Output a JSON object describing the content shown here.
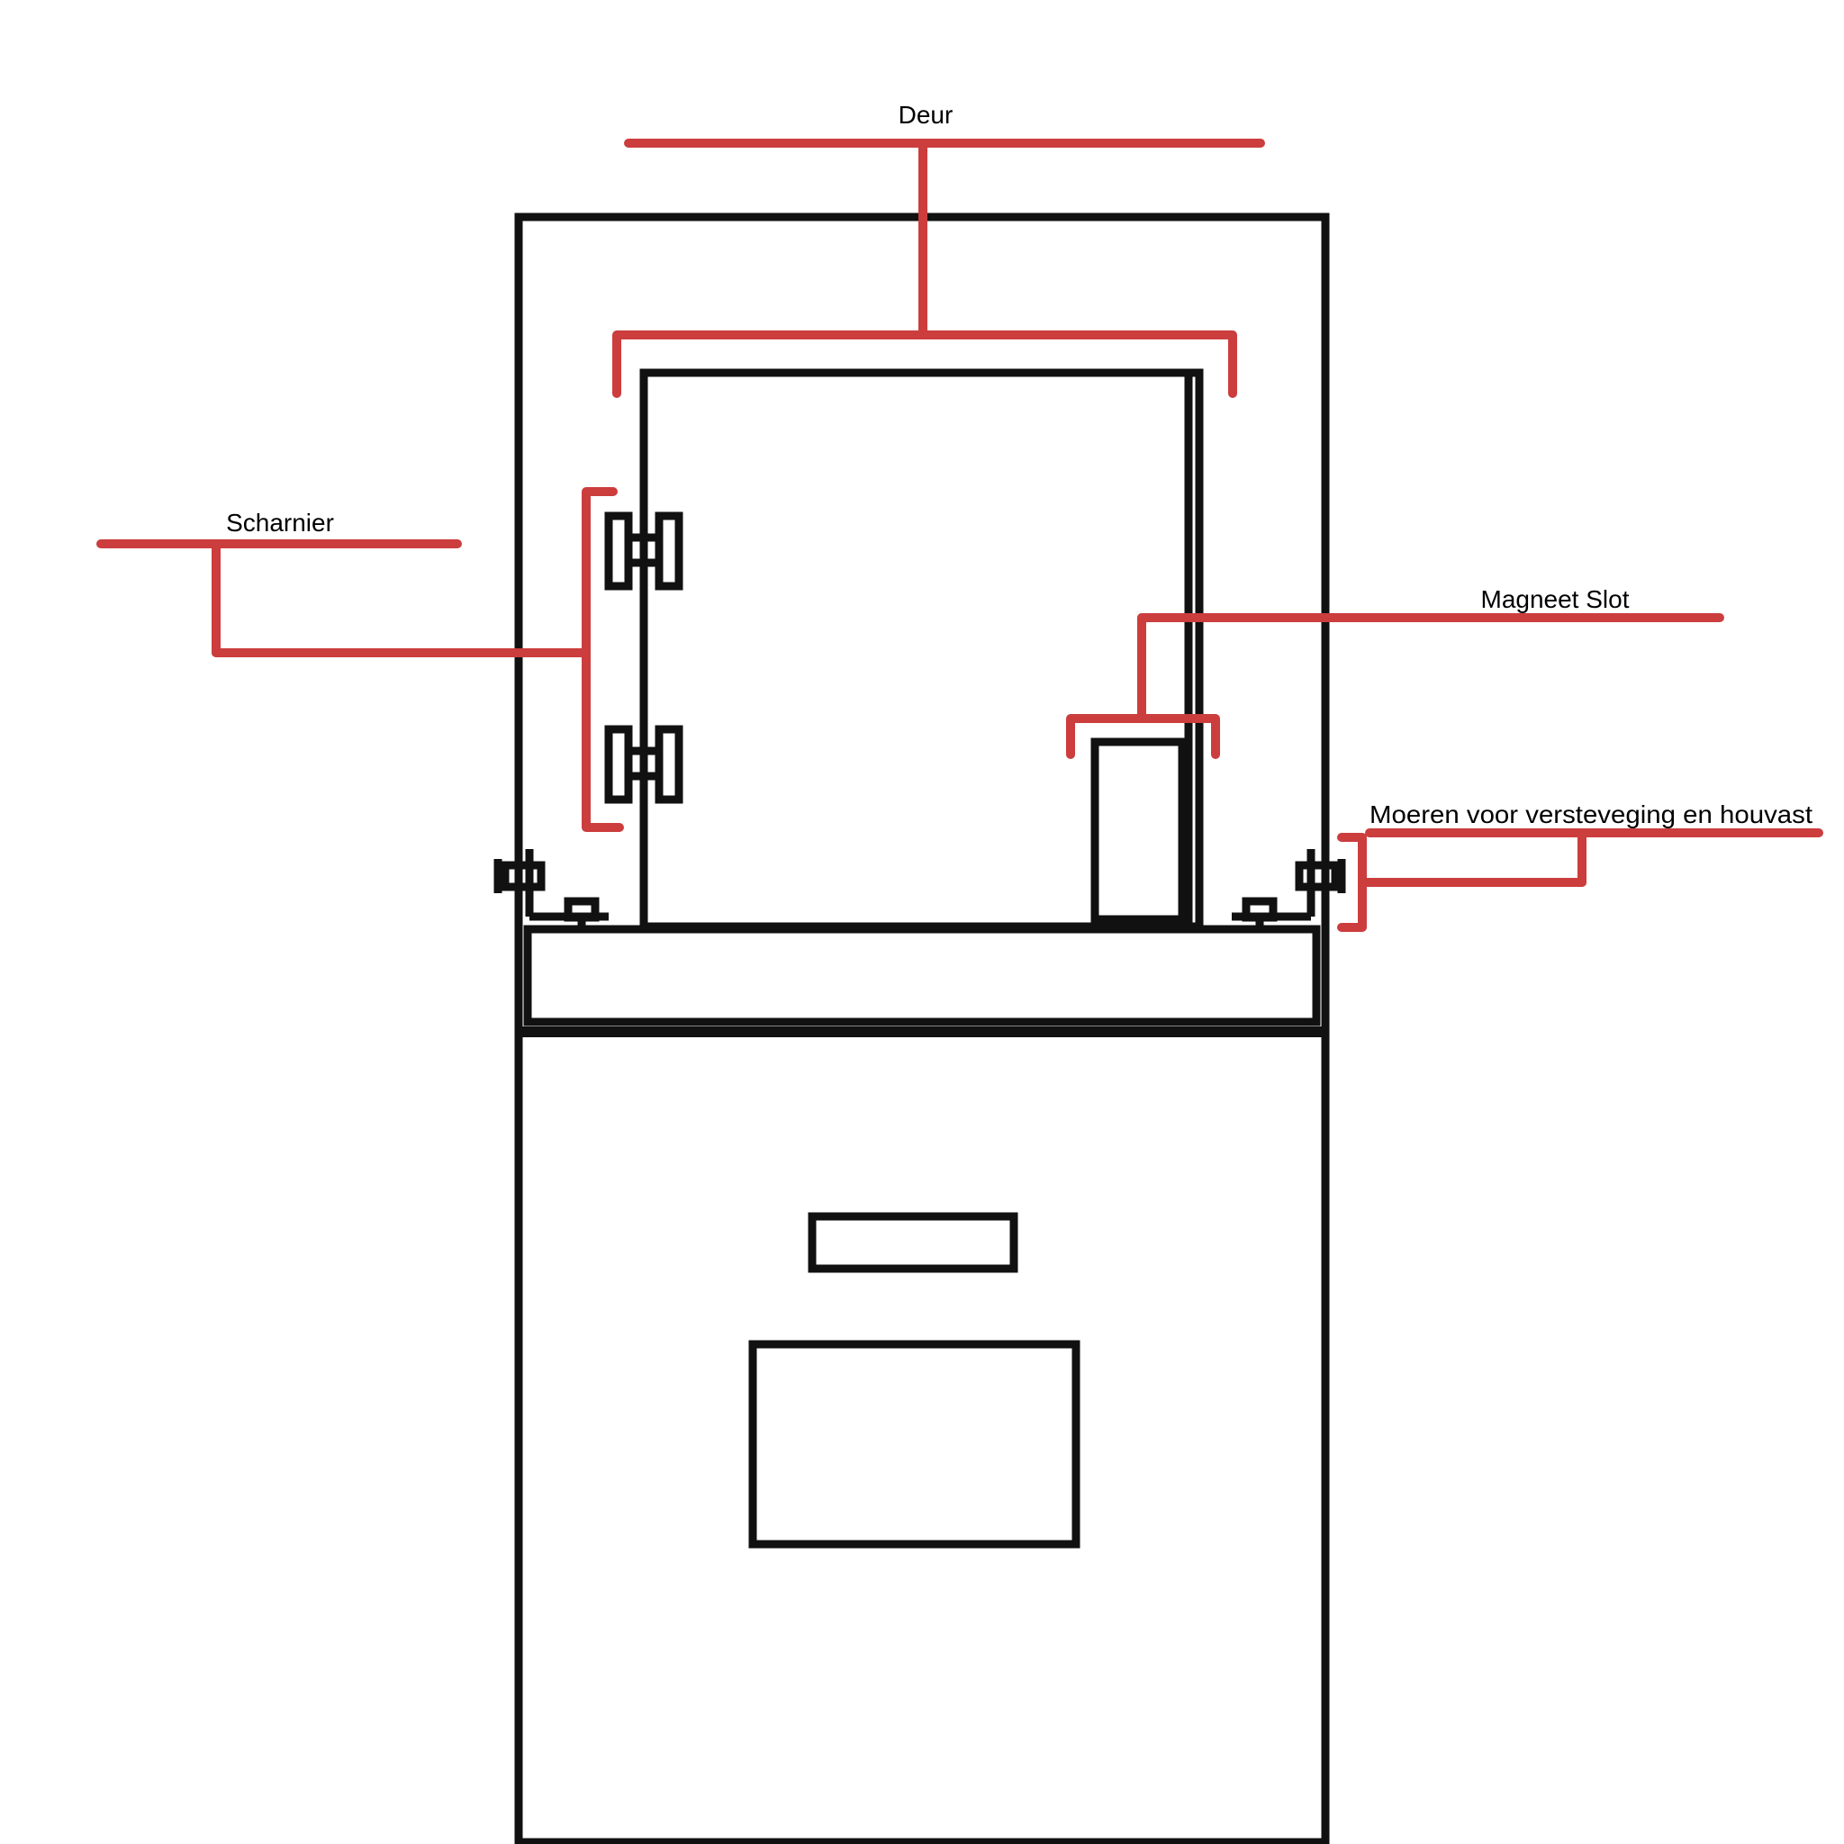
{
  "labels": {
    "deur": "Deur",
    "scharnier": "Scharnier",
    "magneet_slot": "Magneet Slot",
    "moeren": "Moeren voor versteveging en houvast"
  },
  "colors": {
    "outline": "#111111",
    "annotation": "#cc3d3d",
    "background": "#ffffff"
  }
}
